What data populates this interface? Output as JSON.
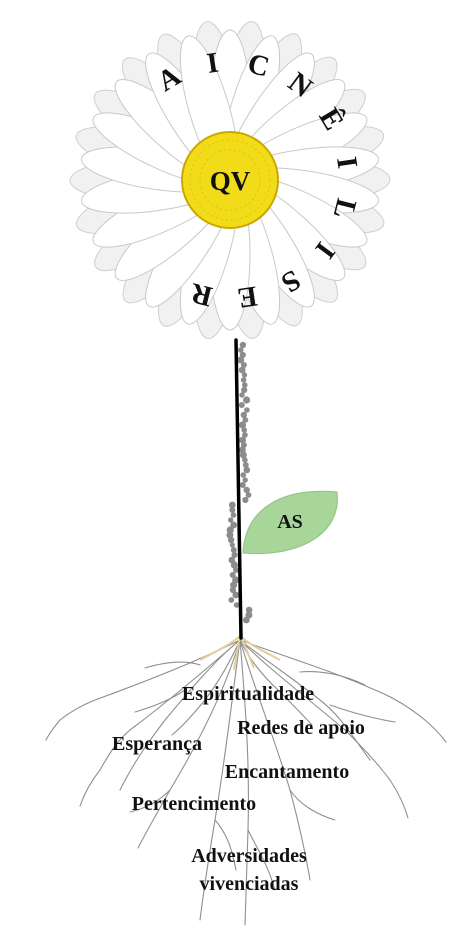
{
  "flower": {
    "center_label": "QV",
    "ring_letters": [
      "R",
      "E",
      "S",
      "I",
      "L",
      "I",
      "Ê",
      "N",
      "C",
      "I",
      "A"
    ]
  },
  "leaf": {
    "label": "AS"
  },
  "roots": {
    "labels": [
      "Espiritualidade",
      "Redes de apoio",
      "Esperança",
      "Encantamento",
      "Pertencimento",
      "Adversidades",
      "vivenciadas"
    ]
  },
  "colors": {
    "petal": "#ffffff",
    "petal_stroke": "#c9c9c9",
    "center": "#f2dc1a",
    "center_dark": "#c9a800",
    "leaf": "#a8d59a",
    "stem": "#000000",
    "dots": "#8c8c8c",
    "roots": "#8f8f8f"
  }
}
